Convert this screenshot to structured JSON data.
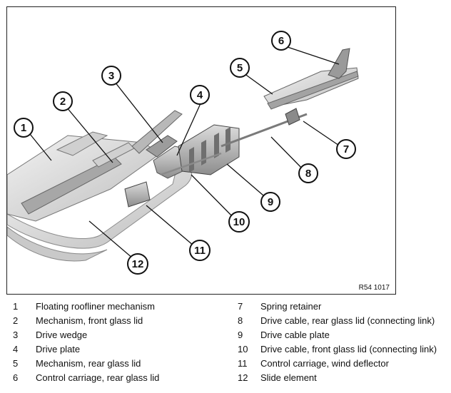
{
  "figure": {
    "reference_code": "R54 1017",
    "callouts": [
      "1",
      "2",
      "3",
      "4",
      "5",
      "6",
      "7",
      "8",
      "9",
      "10",
      "11",
      "12"
    ]
  },
  "legend": {
    "items": [
      {
        "num": "1",
        "text": "Floating roofliner mechanism"
      },
      {
        "num": "2",
        "text": "Mechanism, front glass lid"
      },
      {
        "num": "3",
        "text": "Drive wedge"
      },
      {
        "num": "4",
        "text": "Drive plate"
      },
      {
        "num": "5",
        "text": "Mechanism, rear glass lid"
      },
      {
        "num": "6",
        "text": "Control carriage, rear glass lid"
      },
      {
        "num": "7",
        "text": "Spring retainer"
      },
      {
        "num": "8",
        "text": "Drive cable, rear glass lid (connecting link)"
      },
      {
        "num": "9",
        "text": "Drive cable plate"
      },
      {
        "num": "10",
        "text": "Drive cable, front glass lid (connecting link)"
      },
      {
        "num": "11",
        "text": "Control carriage, wind deflector"
      },
      {
        "num": "12",
        "text": "Slide element"
      }
    ]
  }
}
